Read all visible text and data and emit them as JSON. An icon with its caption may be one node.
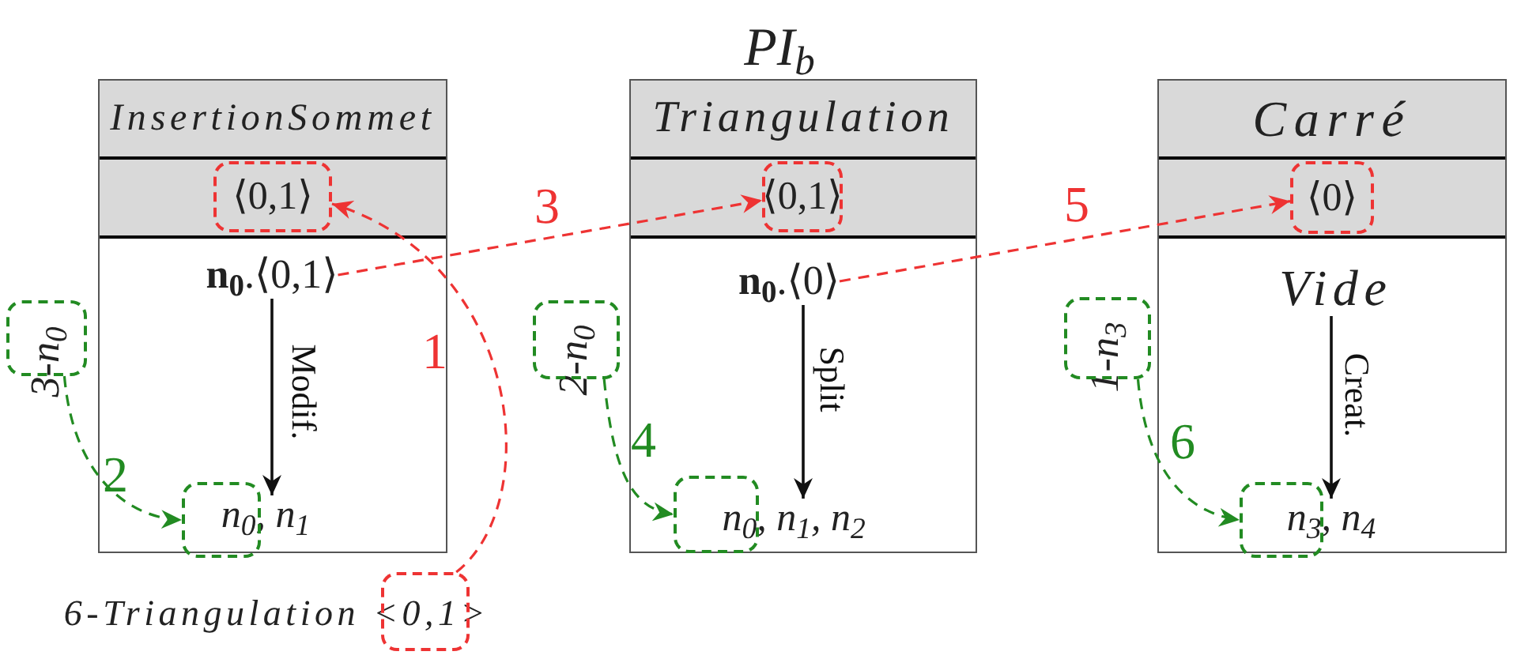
{
  "diagram": {
    "title": "PI$_{b}$",
    "nodes": [
      {
        "text": [
          "InsertionSommet"
        ]
      },
      {
        "text": [
          "⟨0,1⟩"
        ],
        "in": 0
      },
      {
        "text": [
          "**n$_{0}$**.⟨0,1⟩"
        ],
        "in": 0
      },
      {
        "text": [
          "n$_{0}$, n$_{1}$"
        ],
        "in": 0
      },
      {
        "text": [],
        "shape": "box",
        "in": 0
      },
      {
        "text": [
          "3-n$_{0}$"
        ]
      },
      {
        "text": [],
        "shape": "box"
      },
      {
        "text": [
          "6-Triangulation <0,1>"
        ]
      },
      {
        "text": [],
        "shape": "box"
      },
      {
        "text": [
          "Triangulation"
        ]
      },
      {
        "text": [
          "⟨0,1⟩"
        ],
        "in": 9
      },
      {
        "text": [
          "**n$_{0}$**.⟨0⟩"
        ],
        "in": 9
      },
      {
        "text": [
          "n$_{0}$, n$_{1}$, n$_{2}$"
        ],
        "in": 9
      },
      {
        "text": [],
        "shape": "box",
        "in": 9
      },
      {
        "text": [
          "2-n$_{0}$"
        ]
      },
      {
        "text": [],
        "shape": "box"
      },
      {
        "text": [
          "Carré"
        ]
      },
      {
        "text": [
          "⟨0⟩"
        ],
        "in": 16
      },
      {
        "text": [
          "Vide"
        ],
        "in": 16
      },
      {
        "text": [
          "n$_{3}$, n$_{4}$"
        ],
        "in": 16
      },
      {
        "text": [],
        "shape": "box",
        "in": 16
      },
      {
        "text": [
          "1-n$_{3}$"
        ]
      },
      {
        "text": [],
        "shape": "box"
      }
    ],
    "edges": [
      {
        "from": 8,
        "to": 1,
        "arrow": "to",
        "label": "1",
        "style": "dashed",
        "color": "#ee3333"
      },
      {
        "from": 6,
        "to": 4,
        "arrow": "to",
        "label": "2",
        "style": "dashed",
        "color": "#228b22"
      },
      {
        "from": 2,
        "to": 10,
        "arrow": "to",
        "label": "3",
        "style": "dashed",
        "color": "#ee3333"
      },
      {
        "from": 15,
        "to": 13,
        "arrow": "to",
        "label": "4",
        "style": "dashed",
        "color": "#228b22"
      },
      {
        "from": 11,
        "to": 17,
        "arrow": "to",
        "label": "5",
        "style": "dashed",
        "color": "#ee3333"
      },
      {
        "from": 22,
        "to": 20,
        "arrow": "to",
        "label": "6",
        "style": "dashed",
        "color": "#228b22"
      },
      {
        "from": 2,
        "to": 3,
        "arrow": "to",
        "label": "Modif.",
        "color": "#111111"
      },
      {
        "from": 11,
        "to": 12,
        "arrow": "to",
        "label": "Split",
        "color": "#111111"
      },
      {
        "from": 18,
        "to": 19,
        "arrow": "to",
        "label": "Creat.",
        "color": "#111111"
      }
    ]
  }
}
